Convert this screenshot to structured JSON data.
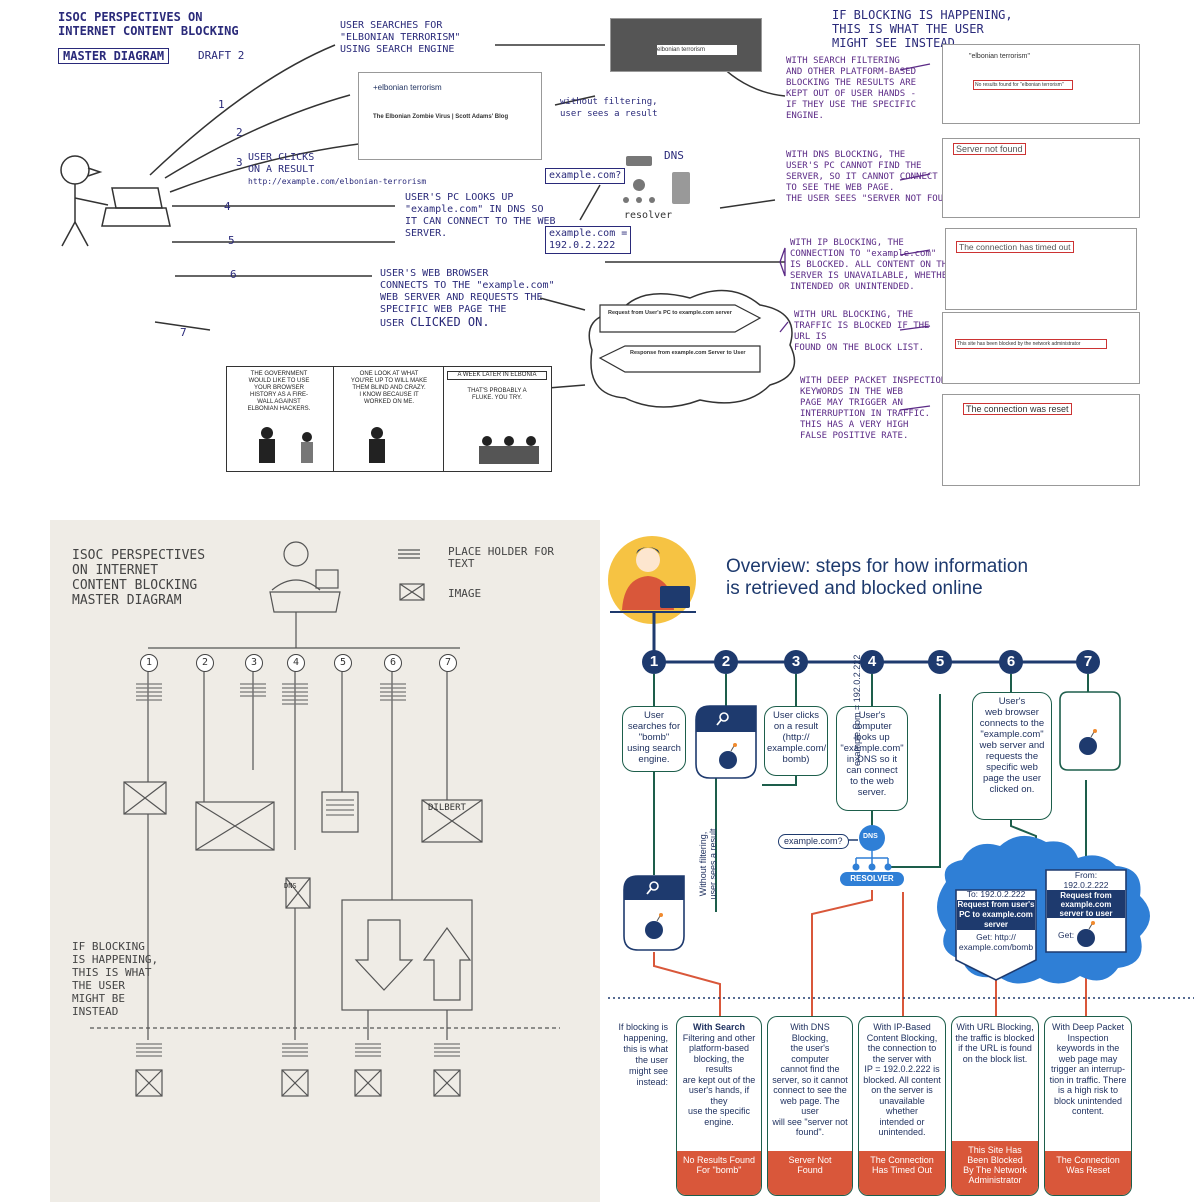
{
  "sketch1": {
    "title_lines": [
      "ISOC PERSPECTIVES ON",
      "INTERNET CONTENT BLOCKING"
    ],
    "master_label": "MASTER DIAGRAM",
    "draft_label": "DRAFT 2",
    "right_header": [
      "IF BLOCKING IS HAPPENING,",
      "THIS IS WHAT THE USER",
      "MIGHT SEE INSTEAD..."
    ],
    "step_numbers": [
      "1",
      "2",
      "3",
      "4",
      "5",
      "6",
      "7"
    ],
    "note_search": [
      "USER SEARCHES FOR",
      "\"ELBONIAN TERRORISM\"",
      "USING SEARCH ENGINE"
    ],
    "note_without": [
      "without filtering,",
      "user sees a result"
    ],
    "note_click": [
      "USER CLICKS",
      "ON A RESULT",
      "http://example.com/elbonian-terrorism"
    ],
    "note_lookup": [
      "USER'S PC LOOKS UP",
      "\"example.com\" IN DNS SO",
      "IT CAN CONNECT TO THE WEB",
      "SERVER."
    ],
    "note_browser": [
      "USER'S WEB BROWSER",
      "CONNECTS TO THE \"example.com\"",
      "WEB SERVER AND REQUESTS THE",
      "SPECIFIC WEB PAGE THE",
      "USER",
      "CLICKED ON."
    ],
    "dns_query": "example.com?",
    "dns_label": "DNS",
    "resolver_label": "resolver",
    "dns_answer": [
      "example.com =",
      "192.0.2.222"
    ],
    "search_query": "+elbonian terrorism",
    "search_box": "elbonian terrorism",
    "result_title": "The Elbonian Zombie Virus | Scott Adams' Blog",
    "browser_request": "Request from User's PC to example.com server",
    "browser_response": "Response from example.com Server to User",
    "notes_right": [
      [
        "WITH SEARCH FILTERING",
        "AND OTHER PLATFORM-BASED",
        "BLOCKING THE RESULTS ARE",
        "KEPT OUT OF USER HANDS -",
        "IF THEY USE THE SPECIFIC",
        "ENGINE."
      ],
      [
        "WITH DNS BLOCKING, THE",
        "USER'S PC CANNOT FIND THE",
        "SERVER, SO IT CANNOT CONNECT",
        "TO SEE THE WEB PAGE.",
        "THE USER SEES \"SERVER NOT FOUND.\""
      ],
      [
        "WITH IP BLOCKING, THE",
        "CONNECTION TO \"example.com\"",
        "IS BLOCKED. ALL CONTENT ON THE",
        "SERVER IS UNAVAILABLE, WHETHER",
        "INTENDED OR UNINTENDED."
      ],
      [
        "WITH URL BLOCKING, THE",
        "TRAFFIC IS BLOCKED IF THE",
        "URL IS",
        "FOUND ON THE BLOCK LIST."
      ],
      [
        "WITH DEEP PACKET INSPECTION,",
        "KEYWORDS IN THE WEB",
        "PAGE MAY TRIGGER AN",
        "INTERRUPTION IN TRAFFIC.",
        "THIS HAS A VERY HIGH",
        "FALSE POSITIVE RATE."
      ]
    ],
    "screens": [
      {
        "title": "\"elbonian terrorism\"",
        "sub": "No results found for \"elbonian terrorism\""
      },
      {
        "title": "Server not found"
      },
      {
        "title": "The connection has timed out"
      },
      {
        "title": "This site has been blocked by the network administrator"
      },
      {
        "title": "The connection was reset"
      }
    ],
    "comic": [
      [
        "THE GOVERNMENT",
        "WOULD LIKE TO USE",
        "YOUR BROWSER",
        "HISTORY AS A FIRE-",
        "WALL AGAINST",
        "ELBONIAN HACKERS."
      ],
      [
        "ONE LOOK AT WHAT",
        "YOU'RE UP TO WILL MAKE",
        "THEM BLIND AND CRAZY.",
        "I KNOW BECAUSE IT",
        "WORKED ON ME."
      ],
      [
        "A WEEK LATER IN ELBONIA",
        "THAT'S PROBABLY A",
        "FLUKE. YOU TRY."
      ]
    ]
  },
  "sketch2": {
    "title_lines": [
      "ISOC PERSPECTIVES",
      "ON INTERNET",
      "CONTENT BLOCKING",
      "MASTER DIAGRAM"
    ],
    "legend_text": "PLACE HOLDER FOR TEXT",
    "legend_image": "IMAGE",
    "step_numbers": [
      "1",
      "2",
      "3",
      "4",
      "5",
      "6",
      "7"
    ],
    "dns_label": "DNS",
    "dilbert_label": "DILBERT",
    "blocking_note": [
      "IF BLOCKING",
      "IS HAPPENING,",
      "THIS IS WHAT",
      "THE USER",
      "MIGHT BE",
      "INSTEAD"
    ]
  },
  "final": {
    "title": [
      "Overview: steps for how information",
      "is retrieved and blocked online"
    ],
    "step_numbers": [
      "1",
      "2",
      "3",
      "4",
      "5",
      "6",
      "7"
    ],
    "step1": [
      "User",
      "searches for",
      "\"bomb\"",
      "using search",
      "engine."
    ],
    "step3": [
      "User clicks",
      "on a result",
      "(http://",
      "example.com/",
      "bomb)"
    ],
    "step4": [
      "User's",
      "computer",
      "looks up",
      "\"example.com\"",
      "in DNS so it",
      "can connect",
      "to the web",
      "server."
    ],
    "step5_vertical": "example.com = 192.0.2.222",
    "step6": [
      "User's",
      "web browser",
      "connects to the",
      "\"example.com\"",
      "web server and",
      "requests the",
      "specific web",
      "page the user",
      "clicked on."
    ],
    "without_filtering": [
      "Without filtering,",
      "user sees a result"
    ],
    "dns_query": "example.com?",
    "dns_label": "DNS",
    "resolver_label": "RESOLVER",
    "request_card": {
      "to": "To: 192.0.2.222",
      "head": [
        "Request from user's",
        "PC to example.com",
        "server"
      ],
      "get": [
        "Get: http://",
        "example.com/bomb"
      ]
    },
    "response_card": {
      "from": [
        "From:",
        "192.0.2.222"
      ],
      "head": [
        "Request from",
        "example.com",
        "server to user"
      ],
      "get": "Get:"
    },
    "blocking_note": [
      "If blocking is",
      "happening,",
      "this is what",
      "the user",
      "might see",
      "instead:"
    ],
    "outcomes": [
      {
        "lines": [
          "With Search",
          "Filtering and other",
          "platform-based",
          "blocking, the results",
          "are kept out of the",
          "user's hands, if they",
          "use the specific",
          "engine."
        ],
        "result": [
          "No Results Found",
          "For \"bomb\""
        ]
      },
      {
        "lines": [
          "With DNS Blocking,",
          "the user's computer",
          "cannot find the",
          "server, so it cannot",
          "connect to see the",
          "web page. The user",
          "will see \"server not",
          "found\"."
        ],
        "result": [
          "Server Not",
          "Found"
        ]
      },
      {
        "lines": [
          "With IP-Based",
          "Content Blocking,",
          "the connection to",
          "the server with",
          "IP = 192.0.2.222 is",
          "blocked. All content",
          "on the server is",
          "unavailable whether",
          "intended or",
          "unintended."
        ],
        "result": [
          "The Connection",
          "Has Timed Out"
        ]
      },
      {
        "lines": [
          "With URL Blocking,",
          "the traffic is blocked",
          "if the URL is found",
          "on the block list."
        ],
        "result": [
          "This Site Has",
          "Been Blocked",
          "By The Network",
          "Administrator"
        ]
      },
      {
        "lines": [
          "With Deep Packet",
          "Inspection",
          "keywords in the",
          "web page may",
          "trigger an interrup-",
          "tion in traffic. There",
          "is a high risk to",
          "block unintended",
          "content."
        ],
        "result": [
          "The Connection",
          "Was Reset"
        ]
      }
    ]
  },
  "colors": {
    "navy": "#1e3a6e",
    "green": "#1d5e4b",
    "orange": "#d9573a",
    "cloud": "#2f7fd6",
    "yellow": "#f6c343"
  }
}
